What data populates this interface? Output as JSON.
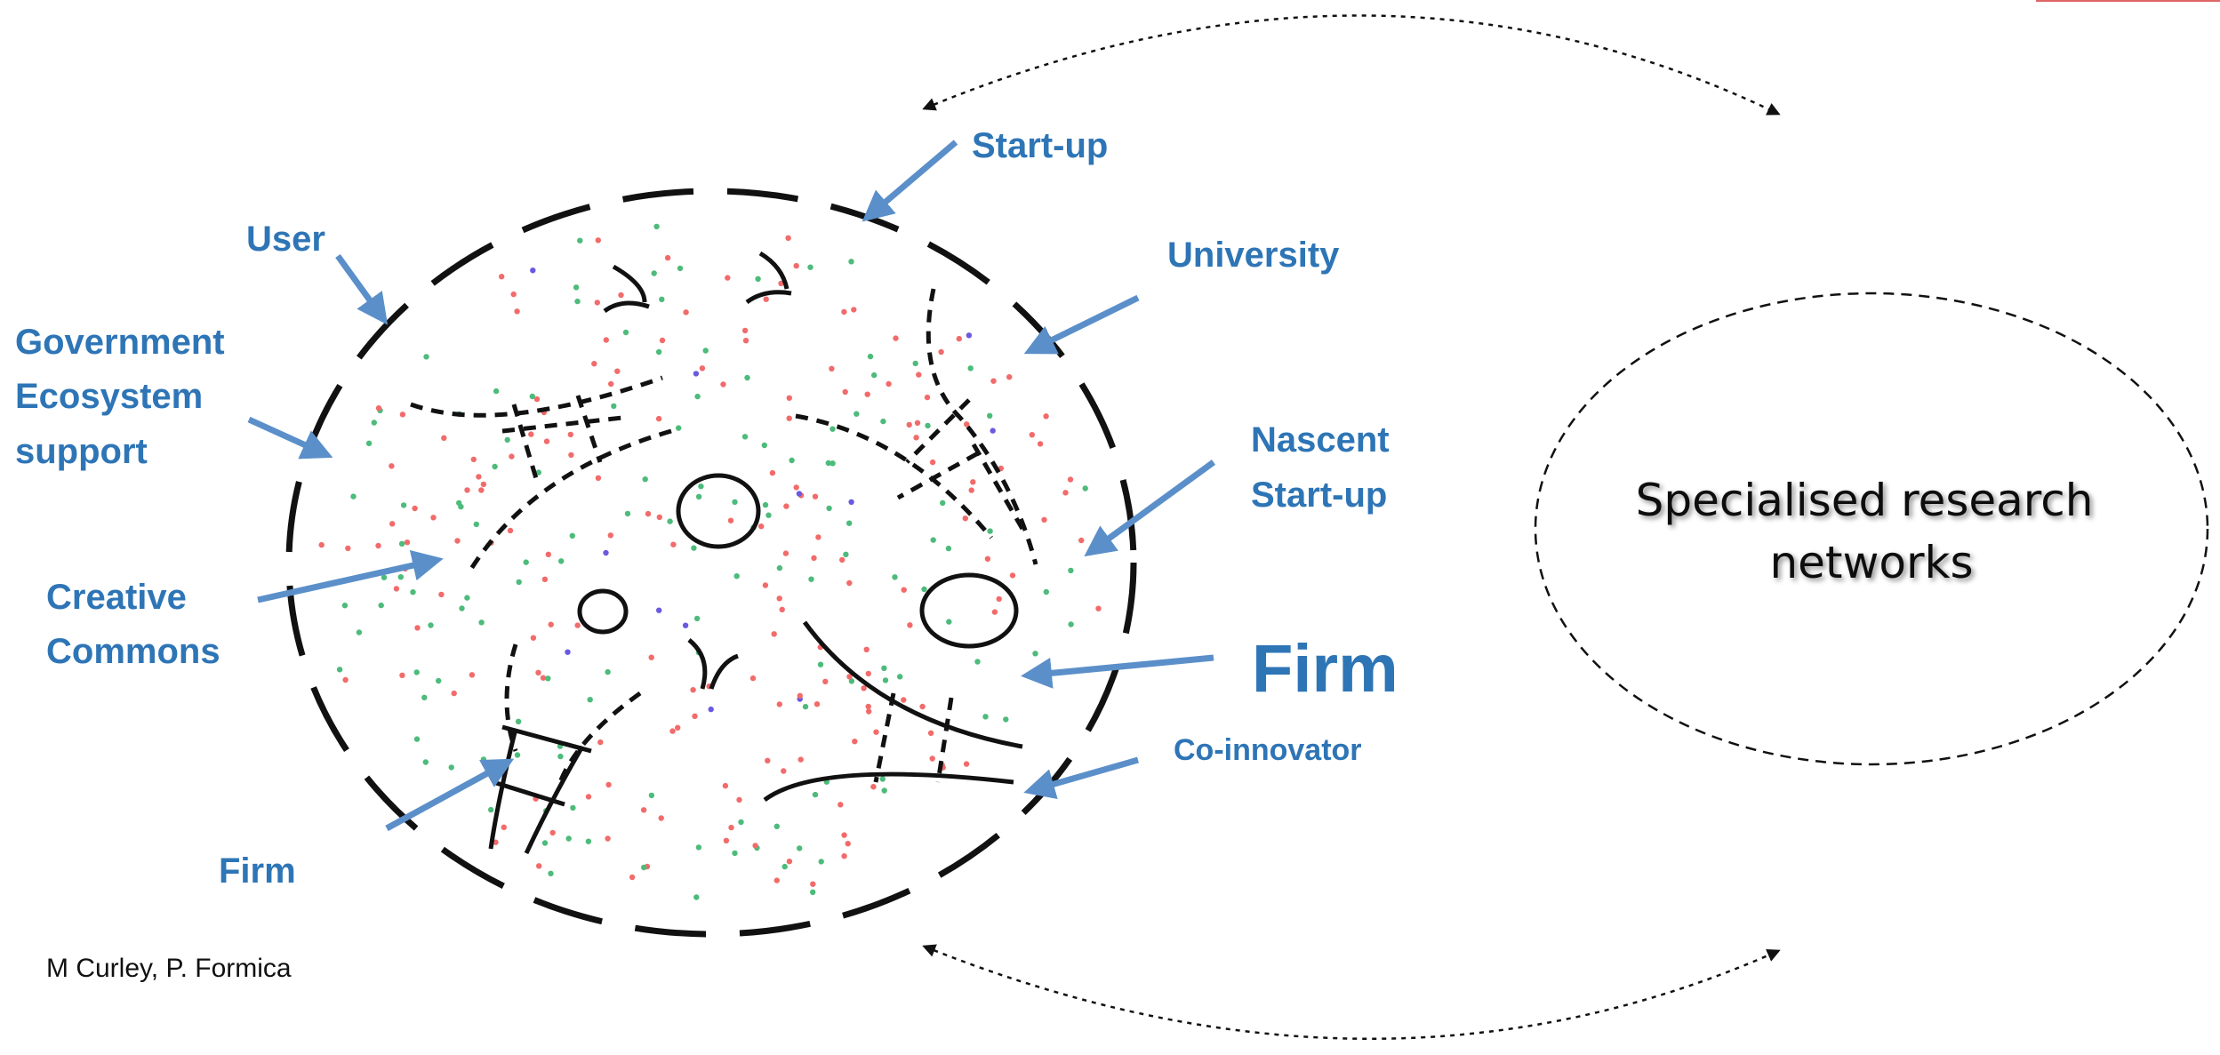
{
  "labels": {
    "start_up": "Start-up",
    "user": "User",
    "university": "University",
    "government": [
      "Government",
      "Ecosystem",
      "support"
    ],
    "nascent": [
      "Nascent",
      "Start-up"
    ],
    "creative": [
      "Creative",
      "Commons"
    ],
    "firm_large": "Firm",
    "co_innovator": "Co-innovator",
    "firm_small": "Firm"
  },
  "network_label": [
    "Specialised research",
    "networks"
  ],
  "credit": "M Curley, P. Formica",
  "colors": {
    "label_blue": "#2e75b6",
    "arrow_blue": "#5b8fc9",
    "line": "#111111",
    "dot_red": "#f26b6b",
    "dot_green": "#4dbb7b",
    "dot_purple": "#6a5ae0"
  }
}
